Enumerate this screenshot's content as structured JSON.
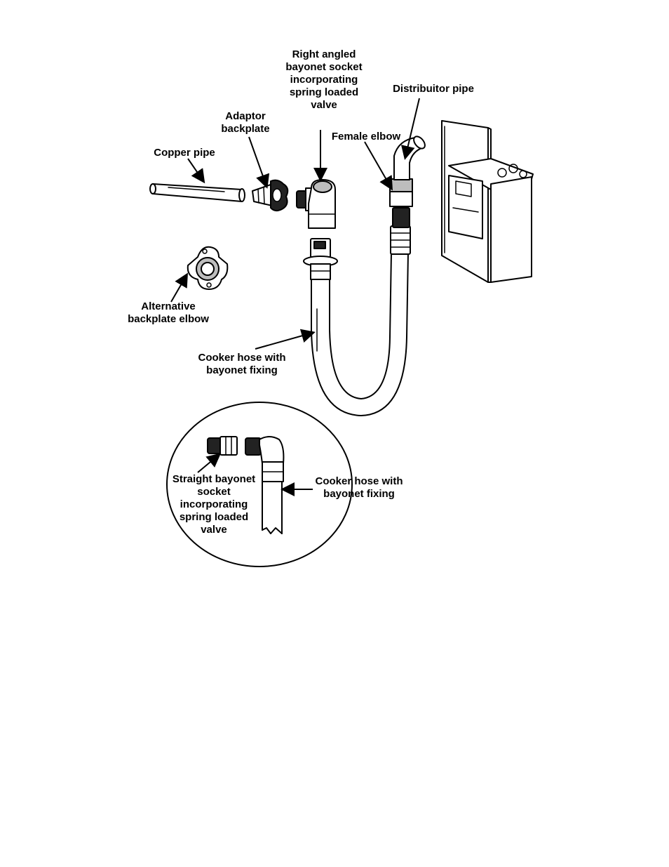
{
  "labels": {
    "right_angled": "Right angled\nbayonet socket\nincorporating\nspring loaded\nvalve",
    "distributor_pipe": "Distribuitor pipe",
    "adaptor_backplate": "Adaptor\nbackplate",
    "female_elbow": "Female elbow",
    "copper_pipe": "Copper pipe",
    "alternative_backplate": "Alternative\nbackplate elbow",
    "cooker_hose_main": "Cooker hose with\nbayonet fixing",
    "straight_bayonet": "Straight bayonet\nsocket\nincorporating\nspring loaded\nvalve",
    "cooker_hose_inset": "Cooker hose with\nbayonet fixing"
  },
  "icons": {
    "arrow": "arrow-icon"
  },
  "colors": {
    "line": "#000000",
    "shade": "#bdbdbd",
    "background": "#ffffff"
  }
}
